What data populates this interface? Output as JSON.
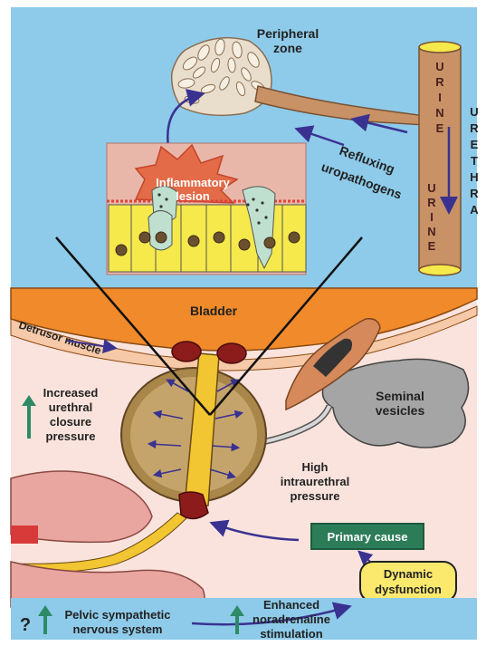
{
  "labels": {
    "peripheral_zone": [
      "Peripheral",
      "zone"
    ],
    "urine_top": [
      "U",
      "R",
      "I",
      "N",
      "E"
    ],
    "urine_bottom": [
      "U",
      "R",
      "I",
      "N",
      "E"
    ],
    "urethra": [
      "U",
      "R",
      "E",
      "T",
      "H",
      "R",
      "A"
    ],
    "refluxing": [
      "Refluxing",
      "uropathogens"
    ],
    "inflammatory": [
      "Inflammatory",
      "lesion"
    ],
    "bladder": "Bladder",
    "detrusor": "Detrusor muscle",
    "closure": [
      "Increased",
      "urethral",
      "closure",
      "pressure"
    ],
    "seminal": [
      "Seminal",
      "vesicles"
    ],
    "high_pressure": [
      "High",
      "intraurethral",
      "pressure"
    ],
    "primary_cause": "Primary cause",
    "dynamic": [
      "Dynamic",
      "dysfunction"
    ],
    "question": "?",
    "pelvic": [
      "Pelvic sympathetic",
      "nervous system"
    ],
    "noradrenaline": [
      "Enhanced",
      "noradrenaline",
      "stimulation"
    ]
  },
  "colors": {
    "top_bg": "#8ecbea",
    "bottom_bg": "#fae3dc",
    "arrow": "#3a3291",
    "up_arrow": "#2e8a66",
    "urethra_tube": "#c89266",
    "bladder": "#f08a2a",
    "prostate": "#a98649",
    "primary_box": "#2c7c58",
    "dynamic_box": "#fbe96e",
    "lesion": "#e7735c",
    "cells": "#f5e94c"
  }
}
